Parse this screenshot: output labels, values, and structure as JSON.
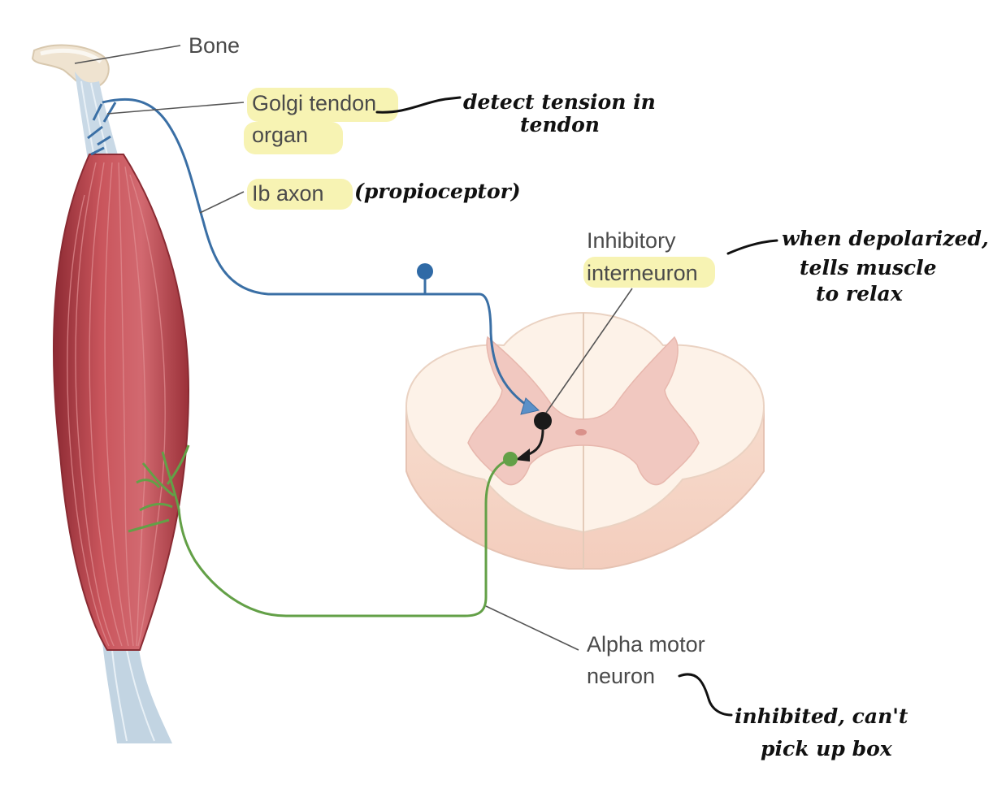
{
  "labels": {
    "bone": "Bone",
    "golgi_line1": "Golgi tendon",
    "golgi_line2": "organ",
    "ib_axon": "Ib axon",
    "inhib_line1": "Inhibitory",
    "inhib_line2": "interneuron",
    "alpha_line1": "Alpha motor",
    "alpha_line2": "neuron"
  },
  "handwritten_notes": {
    "golgi_line1": "detect tension in",
    "golgi_line2": "tendon",
    "ib_axon": "(propioceptor)",
    "inhib_line1": "when depolarized,",
    "inhib_line2": "tells muscle",
    "inhib_line3": "to relax",
    "alpha_line1": "inhibited, can't",
    "alpha_line2": "pick up box"
  },
  "colors": {
    "ib_axon": "#3a6fa5",
    "motor_neuron": "#63a047",
    "interneuron": "#1a1a1a",
    "muscle": "#b8474f",
    "tendon": "#b9cfe0",
    "gray_matter": "#f1c8c0",
    "white_matter": "#fdf2e8",
    "highlight": "#f6f1a6",
    "label_text": "#4a4a4a",
    "note_ink": "#111111"
  }
}
